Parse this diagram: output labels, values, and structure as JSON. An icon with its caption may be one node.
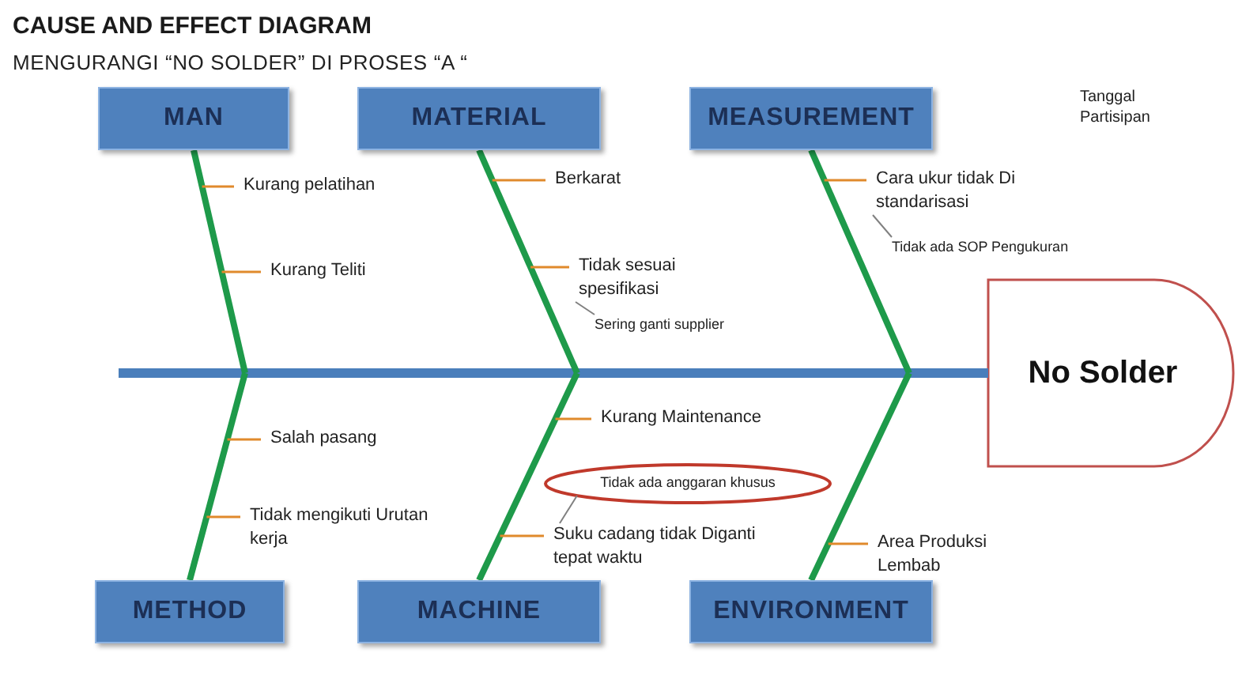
{
  "diagram": {
    "title": "CAUSE AND EFFECT DIAGRAM",
    "nodes": [
      {
        "text": [
          "MAN"
        ]
      },
      {
        "text": [
          "MATERIAL"
        ]
      },
      {
        "text": [
          "MEASUREMENT"
        ]
      },
      {
        "text": [
          "METHOD"
        ]
      },
      {
        "text": [
          "MACHINE"
        ]
      },
      {
        "text": [
          "ENVIRONMENT"
        ]
      },
      {
        "text": [
          "No Solder"
        ]
      },
      {
        "text": [
          "Kurang pelatihan"
        ]
      },
      {
        "text": [
          "Kurang Teliti"
        ]
      },
      {
        "text": [
          "Berkarat"
        ]
      },
      {
        "text": [
          "Tidak sesuai spesifikasi"
        ]
      },
      {
        "text": [
          "Sering ganti supplier"
        ]
      },
      {
        "text": [
          "Cara ukur tidak Di standarisasi"
        ]
      },
      {
        "text": [
          "Tidak ada SOP Pengukuran"
        ]
      },
      {
        "text": [
          "Salah pasang"
        ]
      },
      {
        "text": [
          "Tidak mengikuti Urutan kerja"
        ]
      },
      {
        "text": [
          "Kurang Maintenance"
        ]
      },
      {
        "text": [
          "Tidak ada anggaran khusus"
        ]
      },
      {
        "text": [
          "Suku cadang tidak Diganti tepat waktu"
        ]
      },
      {
        "text": [
          "Area Produksi Lembab"
        ]
      }
    ],
    "edges": [
      {
        "from": null,
        "to": 6,
        "arrow": "none",
        "style": "thick",
        "color": "#4a7ebb"
      },
      {
        "from": 0,
        "to": null,
        "arrow": "none",
        "style": "thick",
        "color": "#1e9a4a"
      },
      {
        "from": 1,
        "to": null,
        "arrow": "none",
        "style": "thick",
        "color": "#1e9a4a"
      },
      {
        "from": 2,
        "to": null,
        "arrow": "none",
        "style": "thick",
        "color": "#1e9a4a"
      },
      {
        "from": 3,
        "to": null,
        "arrow": "none",
        "style": "thick",
        "color": "#1e9a4a"
      },
      {
        "from": 4,
        "to": null,
        "arrow": "none",
        "style": "thick",
        "color": "#1e9a4a"
      },
      {
        "from": 5,
        "to": null,
        "arrow": "none",
        "style": "thick",
        "color": "#1e9a4a"
      },
      {
        "from": 7,
        "to": null,
        "arrow": "none"
      },
      {
        "from": 8,
        "to": null,
        "arrow": "none"
      },
      {
        "from": 9,
        "to": null,
        "arrow": "none"
      },
      {
        "from": 10,
        "to": null,
        "arrow": "none"
      },
      {
        "from": 12,
        "to": null,
        "arrow": "none"
      },
      {
        "from": 14,
        "to": null,
        "arrow": "none"
      },
      {
        "from": 15,
        "to": null,
        "arrow": "none"
      },
      {
        "from": 16,
        "to": null,
        "arrow": "none"
      },
      {
        "from": 18,
        "to": null,
        "arrow": "none"
      },
      {
        "from": 19,
        "to": null,
        "arrow": "none"
      },
      {
        "from": 11,
        "to": 10,
        "arrow": "none",
        "color": "#808080"
      },
      {
        "from": 13,
        "to": 12,
        "arrow": "none",
        "color": "#808080"
      },
      {
        "from": 17,
        "to": 18,
        "arrow": "none",
        "color": "#808080"
      }
    ],
    "labels": [
      "MENGURANGI “NO SOLDER” DI  PROSES “A “",
      "Tanggal",
      "Partisipan"
    ]
  }
}
